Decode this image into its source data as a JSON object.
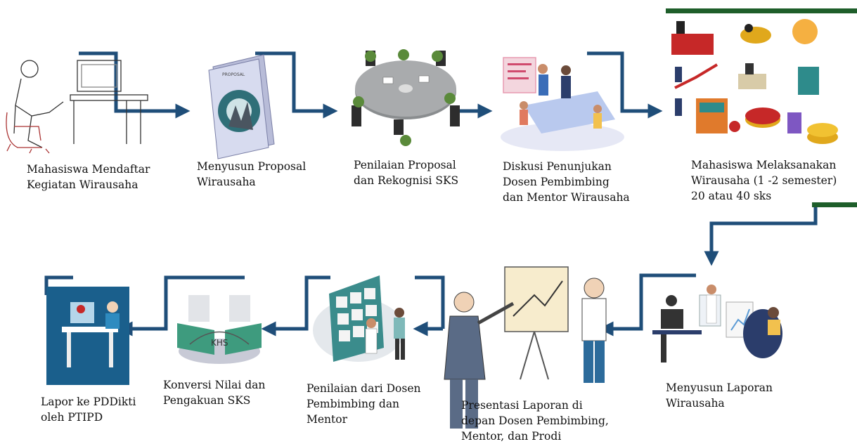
{
  "steps": [
    {
      "label": "Mahasiswa Mendaftar\nKegiatan Wirausaha",
      "icon": "student-desk-icon"
    },
    {
      "label": "Menyusun Proposal\nWirausaha",
      "icon": "proposal-document-icon"
    },
    {
      "label": "Penilaian Proposal\ndan Rekognisi SKS",
      "icon": "round-table-meeting-icon"
    },
    {
      "label": "Diskusi Penunjukan\nDosen Pembimbing\ndan Mentor Wirausaha",
      "icon": "team-discussion-icon"
    },
    {
      "label": "Mahasiswa Melaksanakan\nWirausaha (1 -2 semester)\n20 atau 40 sks",
      "icon": "business-collage-icon"
    },
    {
      "label": "Menyusun Laporan\nWirausaha",
      "icon": "office-report-icon"
    },
    {
      "label": "Presentasi Laporan di\ndepan Dosen Pembimbing,\nMentor, dan Prodi",
      "icon": "presentation-icon"
    },
    {
      "label": "Penilaian dari Dosen\nPembimbing dan\nMentor",
      "icon": "evaluation-board-icon"
    },
    {
      "label": "Konversi Nilai dan\nPengakuan SKS",
      "icon": "khs-folders-icon"
    },
    {
      "label": "Lapor ke PDDikti\noleh PTIPD",
      "icon": "report-desk-icon"
    }
  ],
  "khs_text": "KHS",
  "proposal_text": "PROPOSAL",
  "colors": {
    "arrow": "#1f4e79",
    "green_bar": "#1e5e2a",
    "accent_red": "#c62828",
    "accent_teal": "#2e8b8b",
    "accent_gold": "#e0a81c"
  }
}
